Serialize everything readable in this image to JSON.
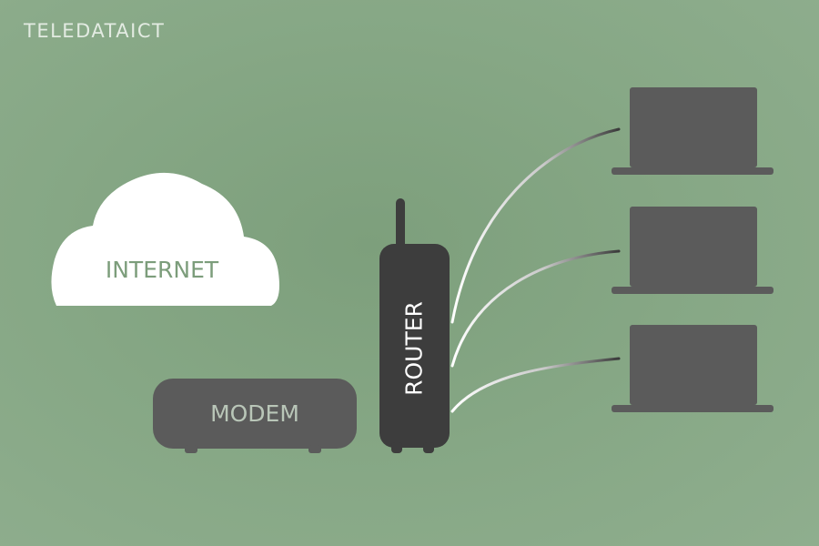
{
  "brand": {
    "name": "TELEDATAICT"
  },
  "nodes": {
    "internet": {
      "label": "INTERNET"
    },
    "modem": {
      "label": "MODEM"
    },
    "router": {
      "label": "ROUTER"
    },
    "laptops": [
      {
        "id": "laptop-1"
      },
      {
        "id": "laptop-2"
      },
      {
        "id": "laptop-3"
      }
    ]
  },
  "colors": {
    "background": "#87a886",
    "cloud": "#ffffff",
    "device": "#5b5b5b",
    "router": "#3d3d3d",
    "cable_start": "#ffffff",
    "cable_end": "#3a3a3a"
  }
}
